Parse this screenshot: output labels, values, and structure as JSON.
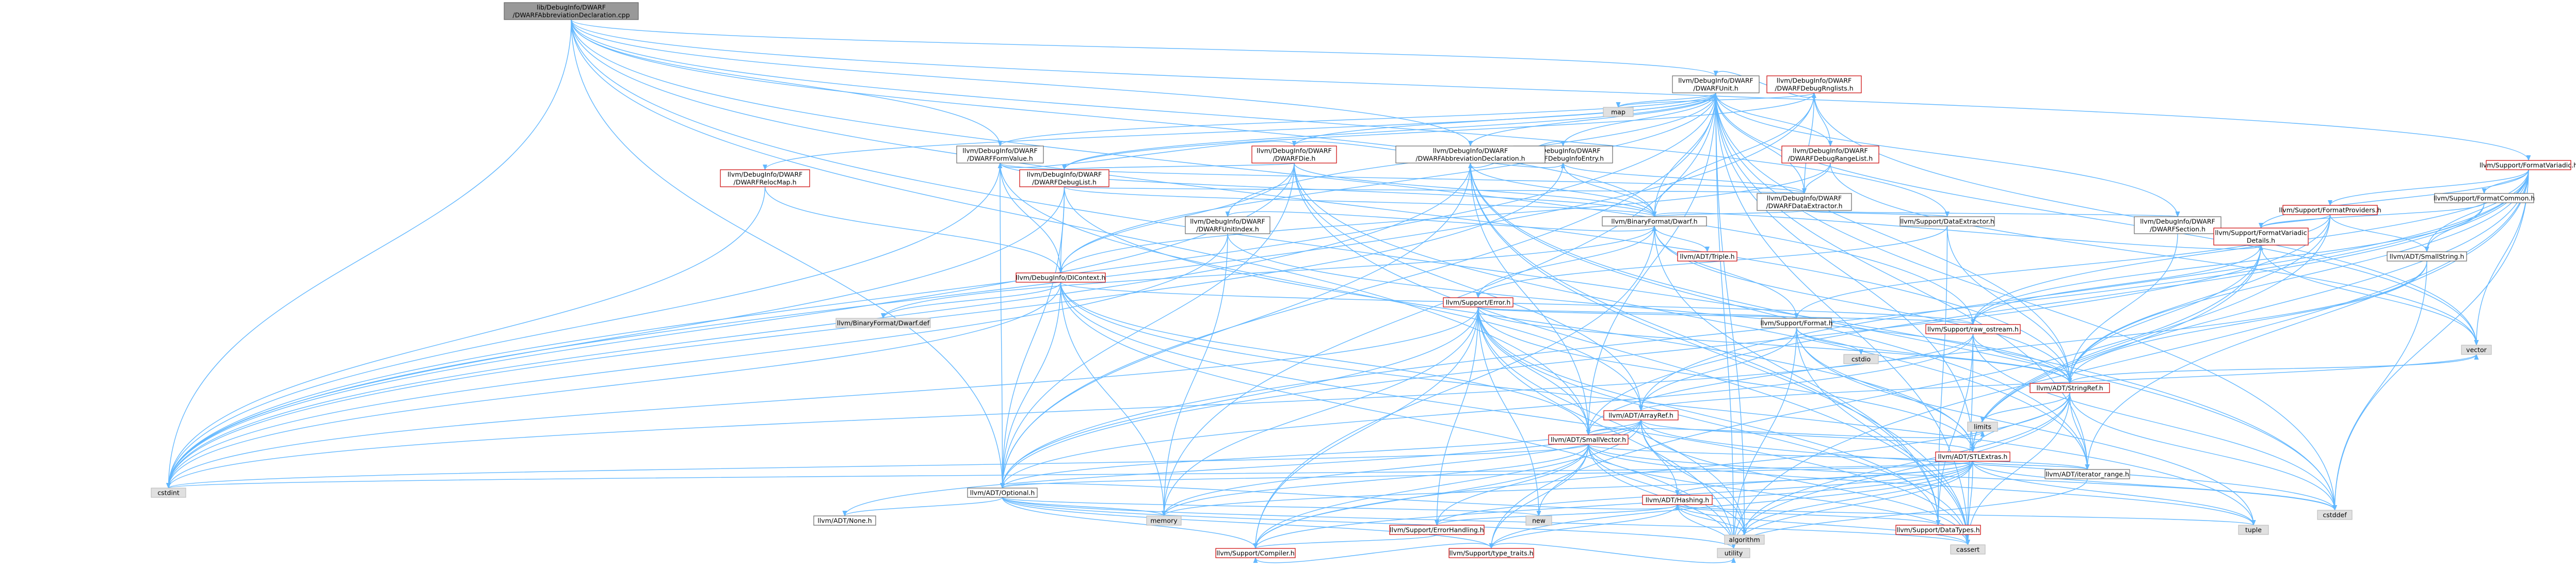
{
  "colors": {
    "edge_blue": "#63b8ff",
    "edge_red": "#d44b4b",
    "edge_gray": "#9a9a9a",
    "node_border_red": "#cc0000",
    "node_border_black": "#666666",
    "node_border_gray": "#bfbfbf",
    "root_fill": "#999999",
    "system_fill": "#e0e0e0",
    "node_fill": "#ffffff"
  },
  "nodes": [
    {
      "id": "root",
      "lines": [
        "lib/DebugInfo/DWARF",
        "/DWARFAbbreviationDeclaration.cpp"
      ],
      "kind": "root"
    },
    {
      "id": "unit",
      "lines": [
        "llvm/DebugInfo/DWARF",
        "/DWARFUnit.h"
      ],
      "kind": "normal"
    },
    {
      "id": "die",
      "lines": [
        "llvm/DebugInfo/DWARF",
        "/DWARFDie.h"
      ],
      "kind": "red"
    },
    {
      "id": "debuginfoentry",
      "lines": [
        "llvm/DebugInfo/DWARF",
        "/DWARFDebugInfoEntry.h"
      ],
      "kind": "normal"
    },
    {
      "id": "rnglists",
      "lines": [
        "llvm/DebugInfo/DWARF",
        "/DWARFDebugRnglists.h"
      ],
      "kind": "red"
    },
    {
      "id": "debuglist",
      "lines": [
        "llvm/DebugInfo/DWARF",
        "/DWARFDebugList.h"
      ],
      "kind": "red"
    },
    {
      "id": "formvalue",
      "lines": [
        "llvm/DebugInfo/DWARF",
        "/DWARFFormValue.h"
      ],
      "kind": "normal"
    },
    {
      "id": "relocmap",
      "lines": [
        "llvm/DebugInfo/DWARF",
        "/DWARFRelocMap.h"
      ],
      "kind": "red"
    },
    {
      "id": "unitindex",
      "lines": [
        "llvm/DebugInfo/DWARF",
        "/DWARFUnitIndex.h"
      ],
      "kind": "normal"
    },
    {
      "id": "abbrevdecl",
      "lines": [
        "llvm/DebugInfo/DWARF",
        "/DWARFAbbreviationDeclaration.h"
      ],
      "kind": "normal"
    },
    {
      "id": "rangelist",
      "lines": [
        "llvm/DebugInfo/DWARF",
        "/DWARFDebugRangeList.h"
      ],
      "kind": "red"
    },
    {
      "id": "dataextractor_dw",
      "lines": [
        "llvm/DebugInfo/DWARF",
        "/DWARFDataExtractor.h"
      ],
      "kind": "normal"
    },
    {
      "id": "section",
      "lines": [
        "llvm/DebugInfo/DWARF",
        "/DWARFSection.h"
      ],
      "kind": "normal"
    },
    {
      "id": "dwarf",
      "lines": [
        "llvm/BinaryFormat/Dwarf.h"
      ],
      "kind": "normal"
    },
    {
      "id": "dicontext",
      "lines": [
        "llvm/DebugInfo/DIContext.h"
      ],
      "kind": "red"
    },
    {
      "id": "dwarfdef",
      "lines": [
        "llvm/BinaryFormat/Dwarf.def"
      ],
      "kind": "system"
    },
    {
      "id": "triple",
      "lines": [
        "llvm/ADT/Triple.h"
      ],
      "kind": "red"
    },
    {
      "id": "dataextractor",
      "lines": [
        "llvm/Support/DataExtractor.h"
      ],
      "kind": "normal"
    },
    {
      "id": "error",
      "lines": [
        "llvm/Support/Error.h"
      ],
      "kind": "red"
    },
    {
      "id": "format",
      "lines": [
        "llvm/Support/Format.h"
      ],
      "kind": "normal"
    },
    {
      "id": "formatvariadic",
      "lines": [
        "llvm/Support/FormatVariadic.h"
      ],
      "kind": "red"
    },
    {
      "id": "formatproviders",
      "lines": [
        "llvm/Support/FormatProviders.h"
      ],
      "kind": "red"
    },
    {
      "id": "formatcommon",
      "lines": [
        "llvm/Support/FormatCommon.h"
      ],
      "kind": "normal"
    },
    {
      "id": "formatvariadicdetails",
      "lines": [
        "llvm/Support/FormatVariadic",
        "Details.h"
      ],
      "kind": "red"
    },
    {
      "id": "smallstring",
      "lines": [
        "llvm/ADT/SmallString.h"
      ],
      "kind": "normal"
    },
    {
      "id": "rawostream",
      "lines": [
        "llvm/Support/raw_ostream.h"
      ],
      "kind": "red"
    },
    {
      "id": "stringref",
      "lines": [
        "llvm/ADT/StringRef.h"
      ],
      "kind": "red"
    },
    {
      "id": "arrayref",
      "lines": [
        "llvm/ADT/ArrayRef.h"
      ],
      "kind": "red"
    },
    {
      "id": "smallvector",
      "lines": [
        "llvm/ADT/SmallVector.h"
      ],
      "kind": "red"
    },
    {
      "id": "stlextras",
      "lines": [
        "llvm/ADT/STLExtras.h"
      ],
      "kind": "red"
    },
    {
      "id": "optional",
      "lines": [
        "llvm/ADT/Optional.h"
      ],
      "kind": "normal"
    },
    {
      "id": "none",
      "lines": [
        "llvm/ADT/None.h"
      ],
      "kind": "normal"
    },
    {
      "id": "hashing",
      "lines": [
        "llvm/ADT/Hashing.h"
      ],
      "kind": "red"
    },
    {
      "id": "errorhandling",
      "lines": [
        "llvm/Support/ErrorHandling.h"
      ],
      "kind": "red"
    },
    {
      "id": "typetraits",
      "lines": [
        "llvm/Support/type_traits.h"
      ],
      "kind": "red"
    },
    {
      "id": "compiler",
      "lines": [
        "llvm/Support/Compiler.h"
      ],
      "kind": "red"
    },
    {
      "id": "datatypes",
      "lines": [
        "llvm/Support/DataTypes.h"
      ],
      "kind": "red"
    },
    {
      "id": "iteratorrange",
      "lines": [
        "llvm/ADT/iterator_range.h"
      ],
      "kind": "normal"
    },
    {
      "id": "cstdio",
      "lines": [
        "cstdio"
      ],
      "kind": "system"
    },
    {
      "id": "map",
      "lines": [
        "map"
      ],
      "kind": "system"
    },
    {
      "id": "vector",
      "lines": [
        "vector"
      ],
      "kind": "system"
    },
    {
      "id": "cstddef",
      "lines": [
        "cstddef"
      ],
      "kind": "system"
    },
    {
      "id": "cstdint",
      "lines": [
        "cstdint"
      ],
      "kind": "system"
    },
    {
      "id": "limits",
      "lines": [
        "limits"
      ],
      "kind": "system"
    },
    {
      "id": "memory",
      "lines": [
        "memory"
      ],
      "kind": "system"
    },
    {
      "id": "new",
      "lines": [
        "new"
      ],
      "kind": "system"
    },
    {
      "id": "cassert",
      "lines": [
        "cassert"
      ],
      "kind": "system"
    },
    {
      "id": "algorithm",
      "lines": [
        "algorithm"
      ],
      "kind": "system"
    },
    {
      "id": "tuple",
      "lines": [
        "tuple"
      ],
      "kind": "system"
    },
    {
      "id": "utility",
      "lines": [
        "utility"
      ],
      "kind": "system"
    }
  ]
}
